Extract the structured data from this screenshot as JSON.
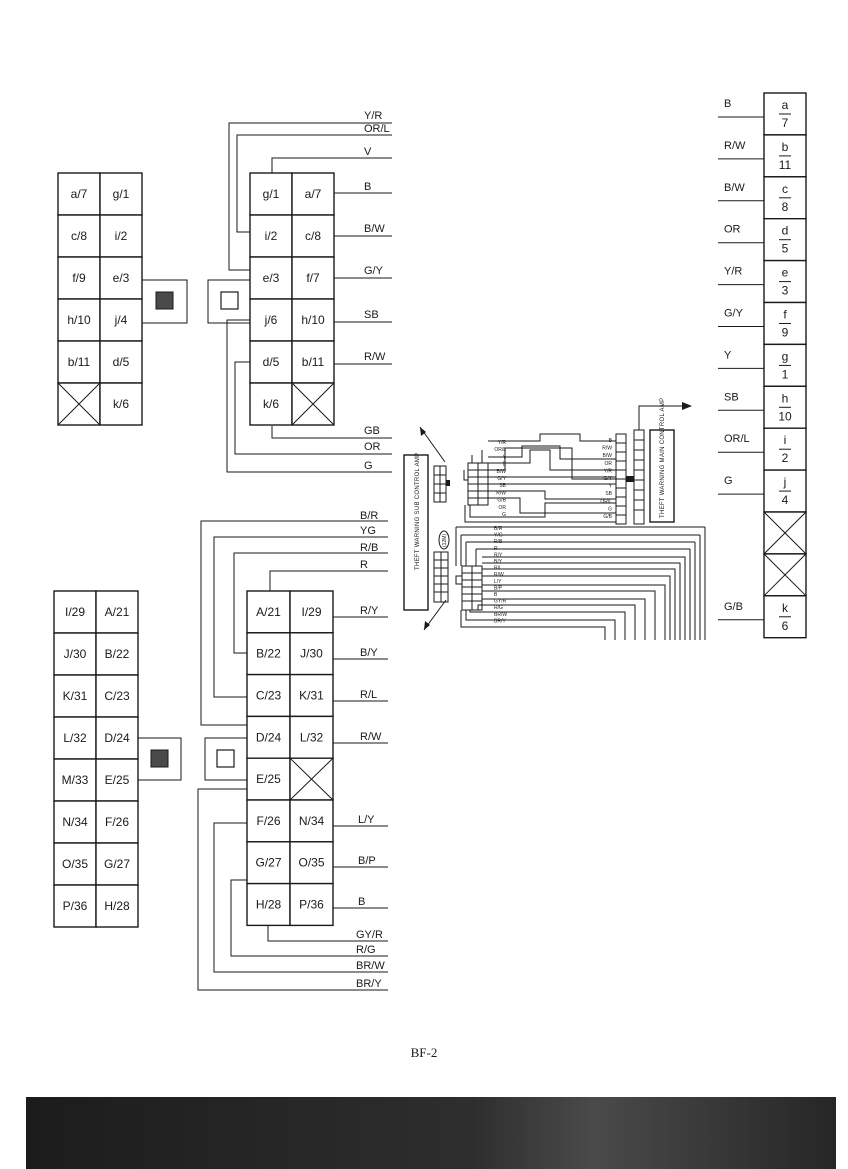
{
  "page_number": "BF-2",
  "top_left_terminal": [
    [
      "a/7",
      "g/1"
    ],
    [
      "c/8",
      "i/2"
    ],
    [
      "f/9",
      "e/3"
    ],
    [
      "h/10",
      "j/4"
    ],
    [
      "b/11",
      "d/5"
    ],
    [
      "",
      "k/6"
    ]
  ],
  "top_mid_connector": [
    [
      "g/1",
      "a/7"
    ],
    [
      "i/2",
      "c/8"
    ],
    [
      "e/3",
      "f/7"
    ],
    [
      "j/6",
      "h/10"
    ],
    [
      "d/5",
      "b/11"
    ],
    [
      "k/6",
      ""
    ]
  ],
  "top_mid_wires_top": [
    "Y/R",
    "OR/L",
    "V"
  ],
  "top_mid_wires_right": [
    "B",
    "B/W",
    "G/Y",
    "SB",
    "R/W"
  ],
  "top_mid_wires_bottom": [
    "GB",
    "OR",
    "G"
  ],
  "bottom_left_terminal": [
    [
      "I/29",
      "A/21"
    ],
    [
      "J/30",
      "B/22"
    ],
    [
      "K/31",
      "C/23"
    ],
    [
      "L/32",
      "D/24"
    ],
    [
      "M/33",
      "E/25"
    ],
    [
      "N/34",
      "F/26"
    ],
    [
      "O/35",
      "G/27"
    ],
    [
      "P/36",
      "H/28"
    ]
  ],
  "bottom_mid_connector": [
    [
      "A/21",
      "I/29"
    ],
    [
      "B/22",
      "J/30"
    ],
    [
      "C/23",
      "K/31"
    ],
    [
      "D/24",
      "L/32"
    ],
    [
      "E/25",
      ""
    ],
    [
      "F/26",
      "N/34"
    ],
    [
      "G/27",
      "O/35"
    ],
    [
      "H/28",
      "P/36"
    ]
  ],
  "bottom_mid_wires_top": [
    "B/R",
    "YG",
    "R/B",
    "R"
  ],
  "bottom_mid_wires_right": [
    "R/Y",
    "B/Y",
    "R/L",
    "R/W",
    "L/Y",
    "B/P",
    "B"
  ],
  "bottom_mid_wires_bottom": [
    "GY/R",
    "R/G",
    "BR/W",
    "BR/Y"
  ],
  "right_connector": [
    {
      "wire": "B",
      "top": "a",
      "bottom": "7"
    },
    {
      "wire": "R/W",
      "top": "b",
      "bottom": "11"
    },
    {
      "wire": "B/W",
      "top": "c",
      "bottom": "8"
    },
    {
      "wire": "OR",
      "top": "d",
      "bottom": "5"
    },
    {
      "wire": "Y/R",
      "top": "e",
      "bottom": "3"
    },
    {
      "wire": "G/Y",
      "top": "f",
      "bottom": "9"
    },
    {
      "wire": "Y",
      "top": "g",
      "bottom": "1"
    },
    {
      "wire": "SB",
      "top": "h",
      "bottom": "10"
    },
    {
      "wire": "OR/L",
      "top": "i",
      "bottom": "2"
    },
    {
      "wire": "G",
      "top": "j",
      "bottom": "4"
    },
    {
      "wire": "",
      "top": "",
      "bottom": ""
    },
    {
      "wire": "",
      "top": "",
      "bottom": ""
    },
    {
      "wire": "G/B",
      "top": "k",
      "bottom": "6"
    }
  ],
  "sub_amp_label": "THEFT WARNING SUB CONTROL AMP",
  "main_amp_label": "THEFT WARNING MAIN CONTROL AMP",
  "sub_amp_code": "(12M)",
  "center_upper_wires": [
    "Y/R",
    "OR/L",
    "Y",
    "B",
    "B/W",
    "G/Y",
    "SB",
    "R/W",
    "G/B",
    "OR",
    "G"
  ],
  "center_right_wires": [
    "B",
    "R/W",
    "B/W",
    "OR",
    "Y/R",
    "G/Y",
    "Y",
    "SB",
    "OR/L",
    "G",
    "G/B"
  ],
  "center_lower_wires": [
    "B/R",
    "Y/G",
    "R/B",
    "R",
    "R/Y",
    "B/Y",
    "R/L",
    "R/W",
    "L/Y",
    "B/P",
    "B",
    "GY/R",
    "R/G",
    "BR/W",
    "BR/Y"
  ]
}
